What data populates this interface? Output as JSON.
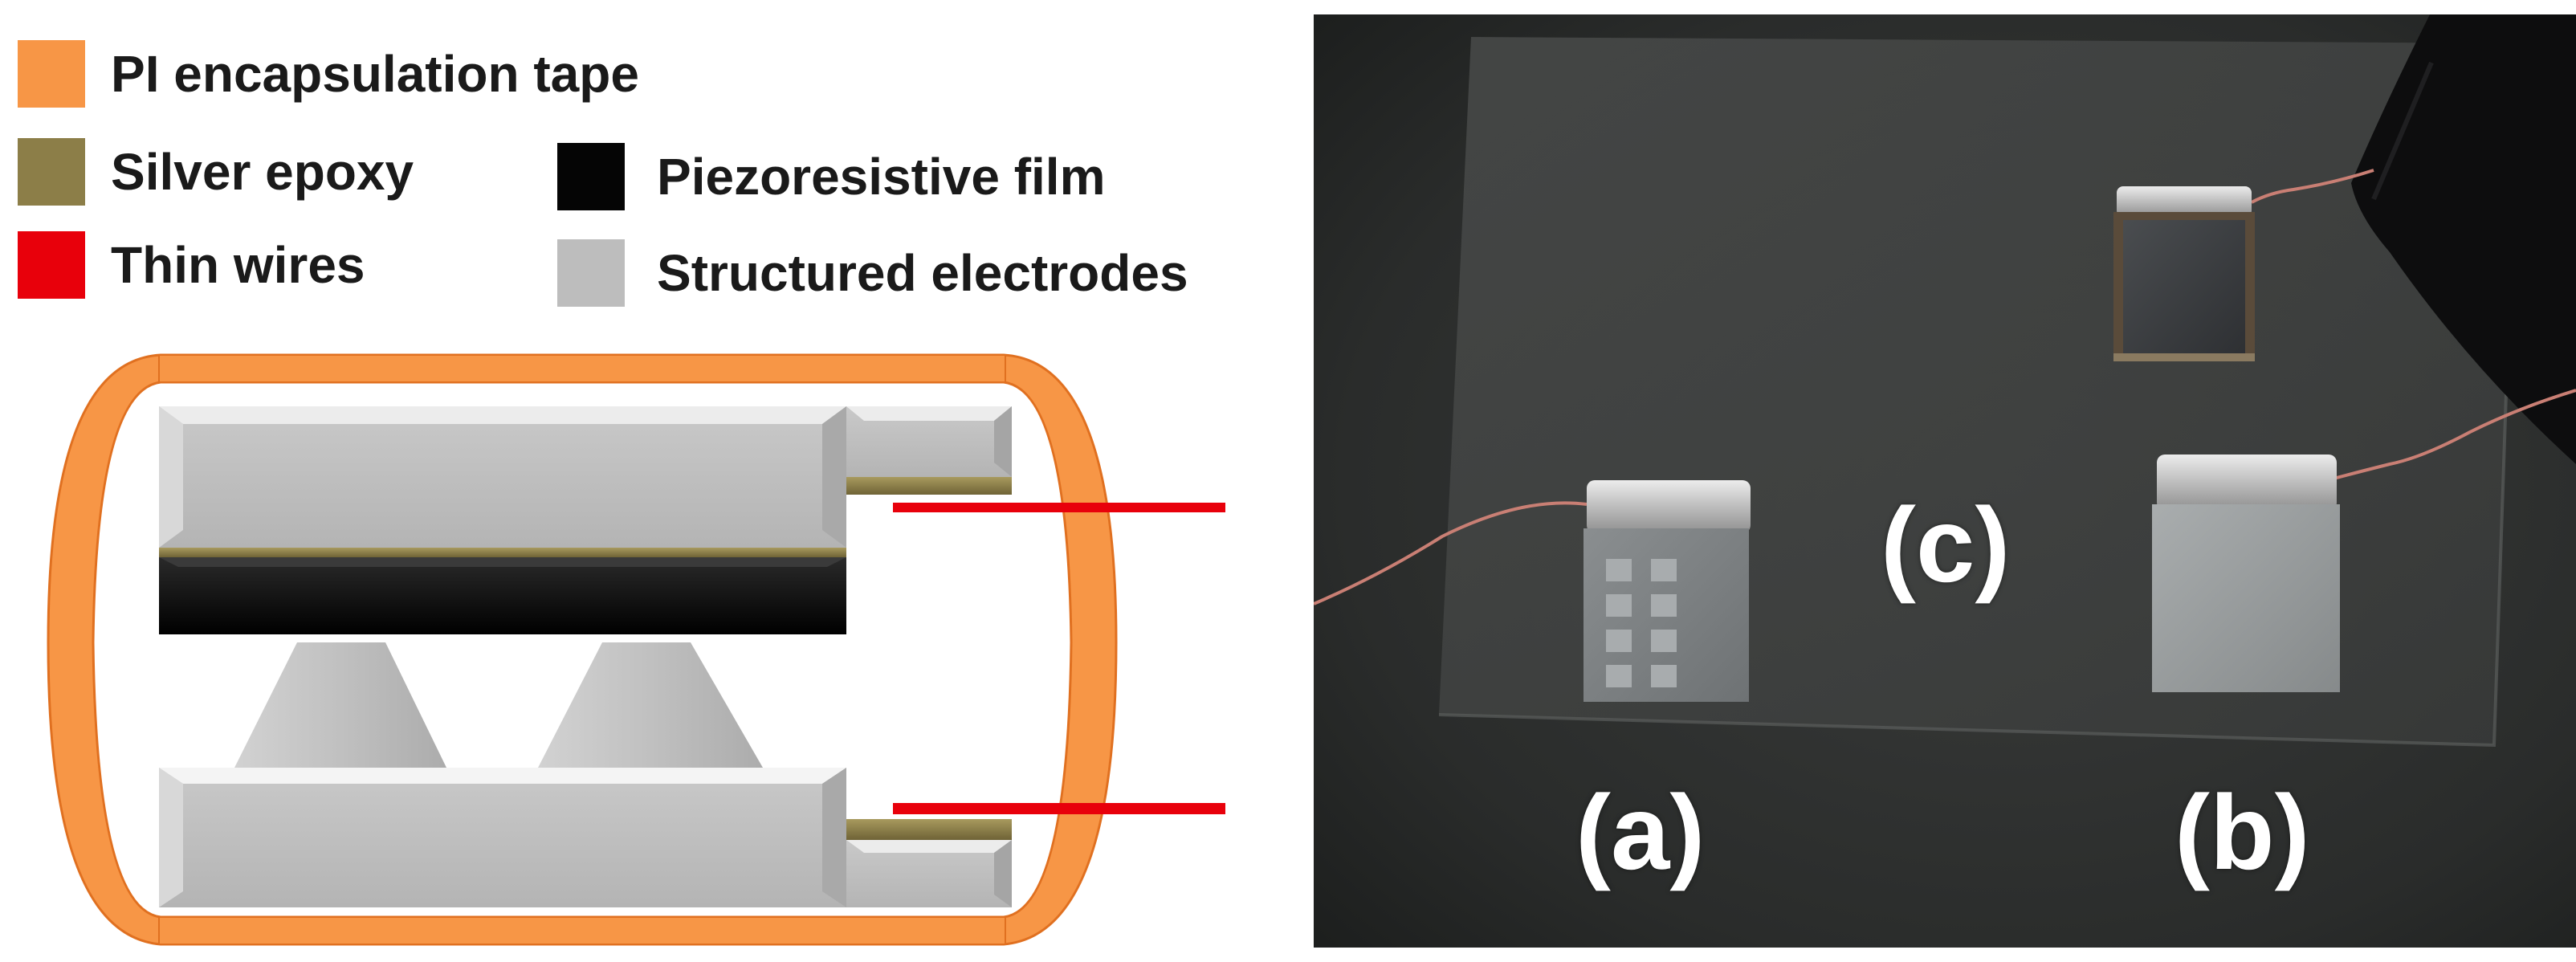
{
  "colors": {
    "pi_tape": "#F79646",
    "pi_tape_edge": "#E07020",
    "silver_epoxy": "#8C7E48",
    "thin_wires": "#E8000B",
    "piezoresistive_film": "#050505",
    "structured_electrodes": "#BDBDBD",
    "photo_background": "#2b2d2c"
  },
  "legend": [
    {
      "key": "pi_tape",
      "label": "PI encapsulation tape"
    },
    {
      "key": "silver_epoxy",
      "label": "Silver epoxy"
    },
    {
      "key": "thin_wires",
      "label": "Thin wires"
    },
    {
      "key": "piezoresistive_film",
      "label": "Piezoresistive film"
    },
    {
      "key": "structured_electrodes",
      "label": "Structured electrodes"
    }
  ],
  "photo": {
    "labels": {
      "a": "(a)",
      "b": "(b)",
      "c": "(c)"
    }
  }
}
